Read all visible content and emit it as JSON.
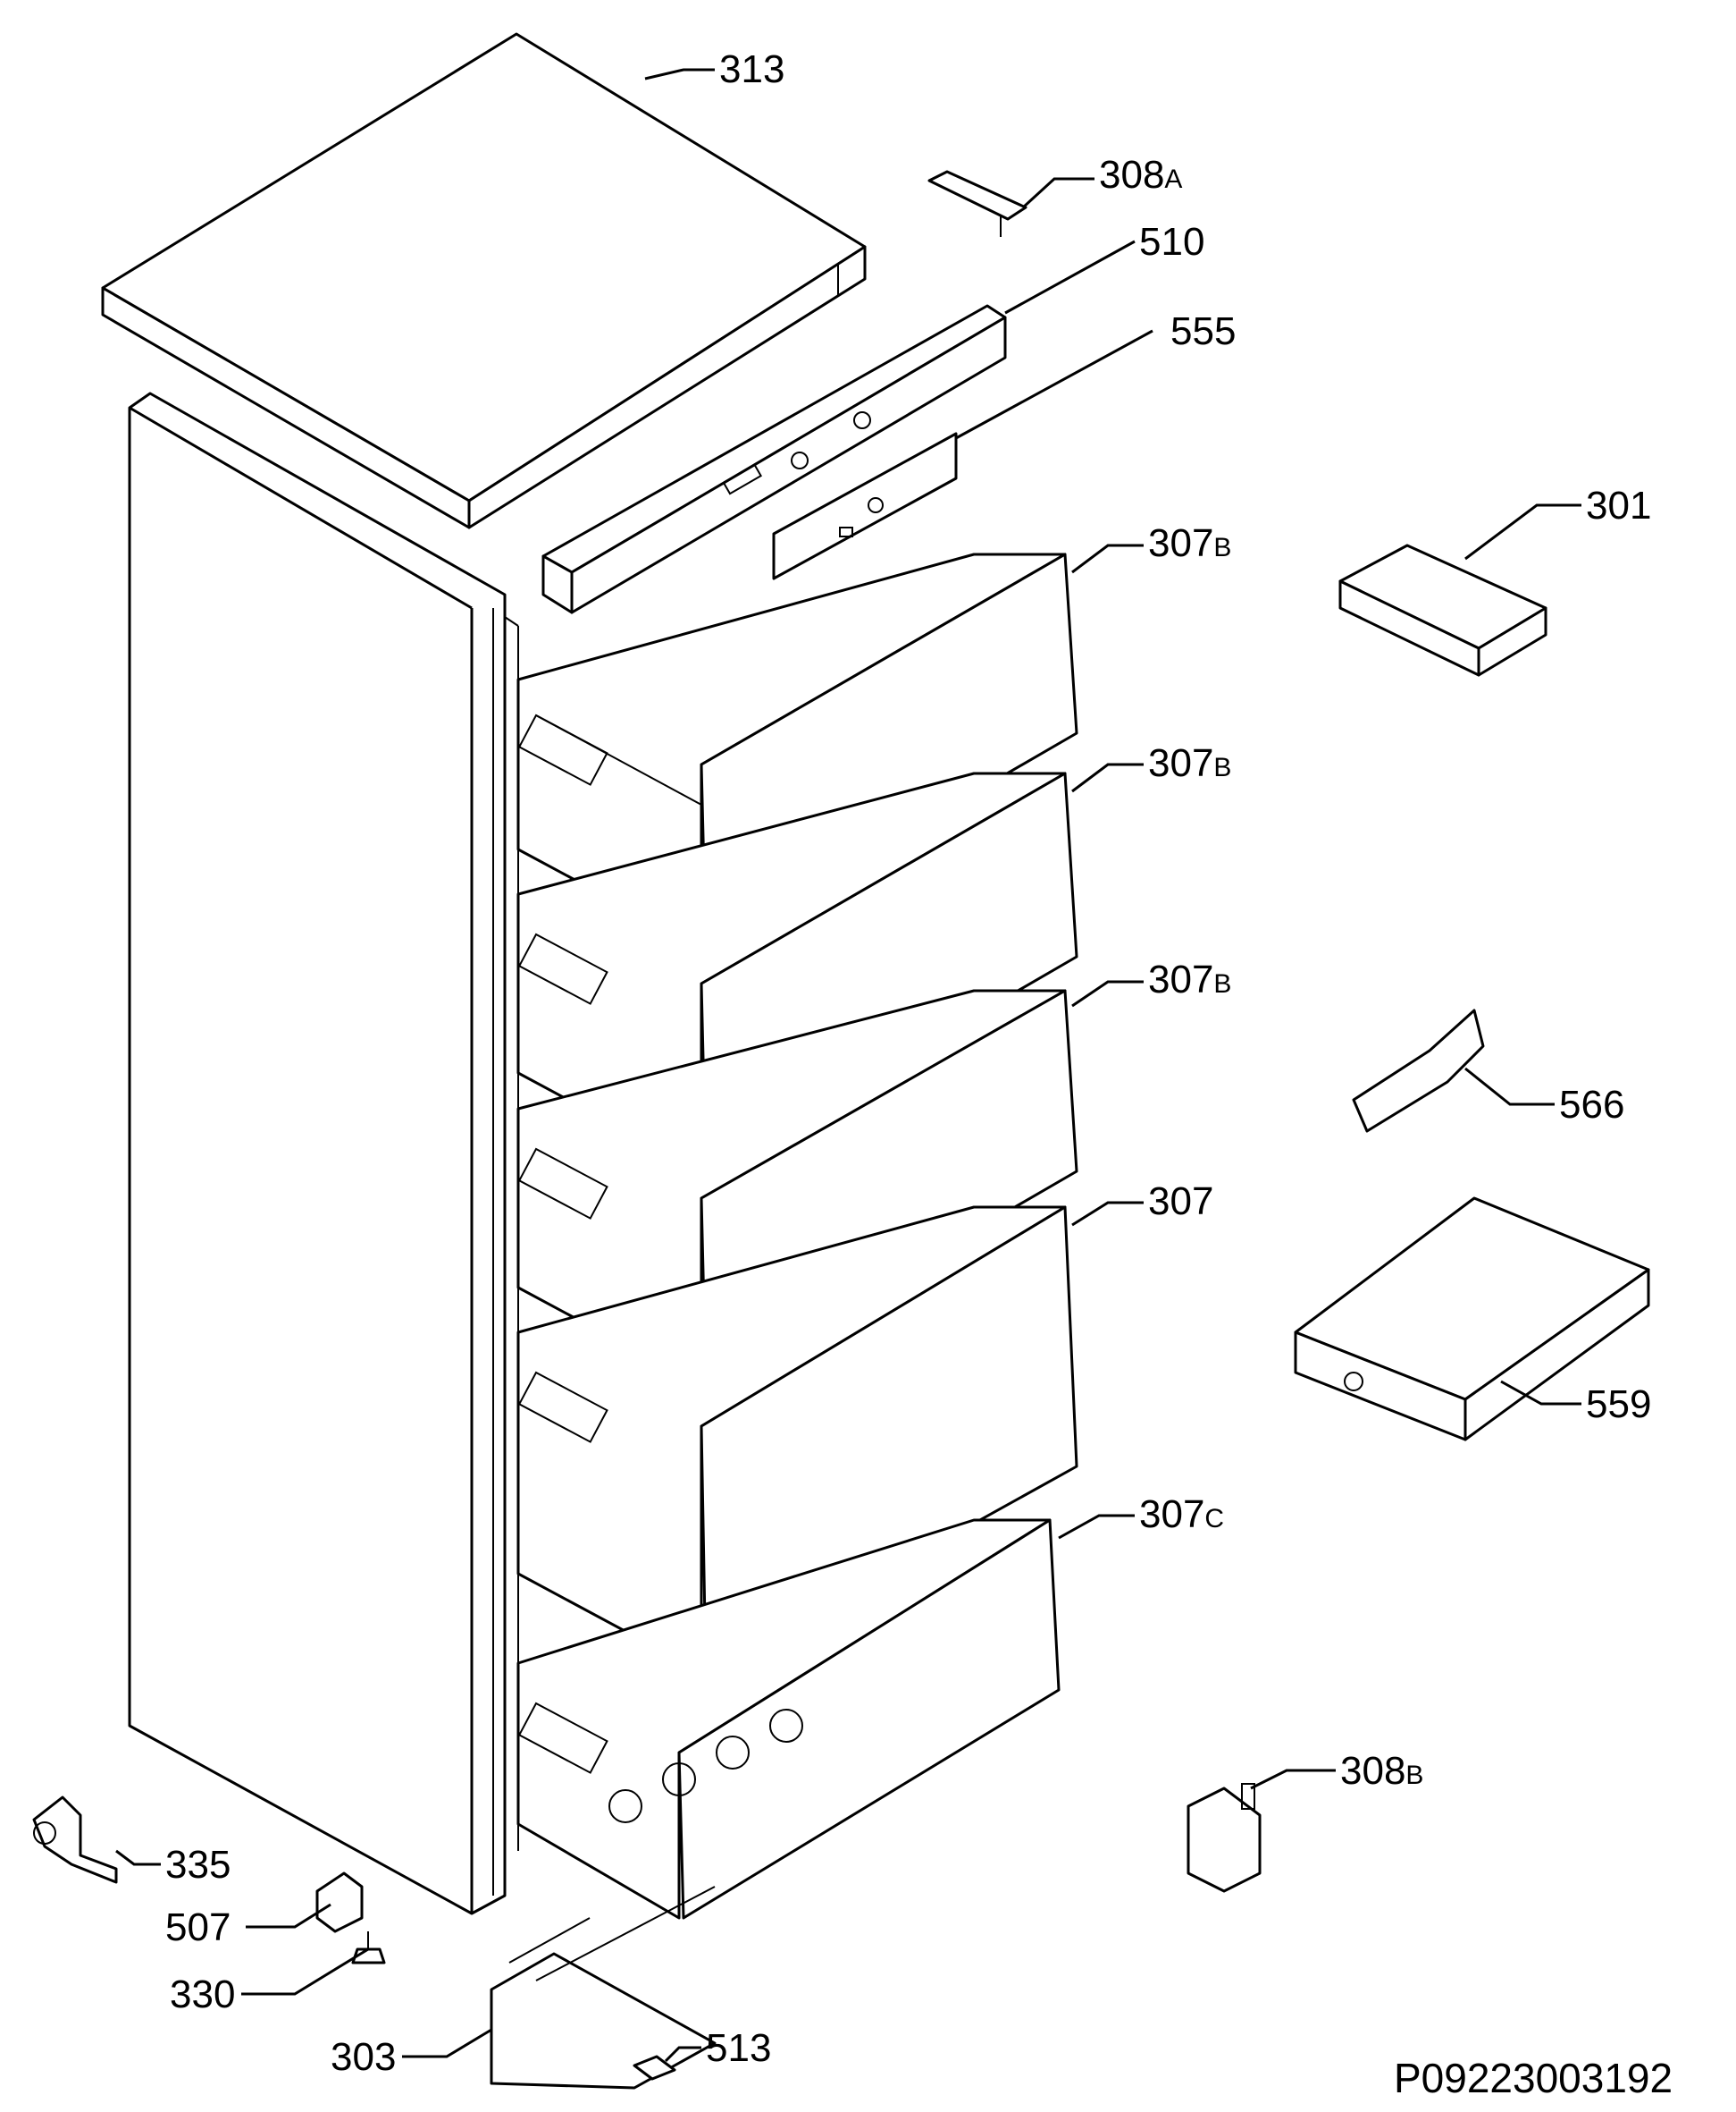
{
  "diagram": {
    "reference_code": "P09223003192",
    "labels": {
      "l313": {
        "num": "313",
        "suffix": ""
      },
      "l308a": {
        "num": "308",
        "suffix": "A"
      },
      "l510": {
        "num": "510",
        "suffix": ""
      },
      "l555": {
        "num": "555",
        "suffix": ""
      },
      "l301": {
        "num": "301",
        "suffix": ""
      },
      "l307b1": {
        "num": "307",
        "suffix": "B"
      },
      "l307b2": {
        "num": "307",
        "suffix": "B"
      },
      "l307b3": {
        "num": "307",
        "suffix": "B"
      },
      "l566": {
        "num": "566",
        "suffix": ""
      },
      "l307": {
        "num": "307",
        "suffix": ""
      },
      "l559": {
        "num": "559",
        "suffix": ""
      },
      "l307c": {
        "num": "307",
        "suffix": "C"
      },
      "l308b": {
        "num": "308",
        "suffix": "B"
      },
      "l335": {
        "num": "335",
        "suffix": ""
      },
      "l507": {
        "num": "507",
        "suffix": ""
      },
      "l330": {
        "num": "330",
        "suffix": ""
      },
      "l303": {
        "num": "303",
        "suffix": ""
      },
      "l513": {
        "num": "513",
        "suffix": ""
      }
    }
  }
}
